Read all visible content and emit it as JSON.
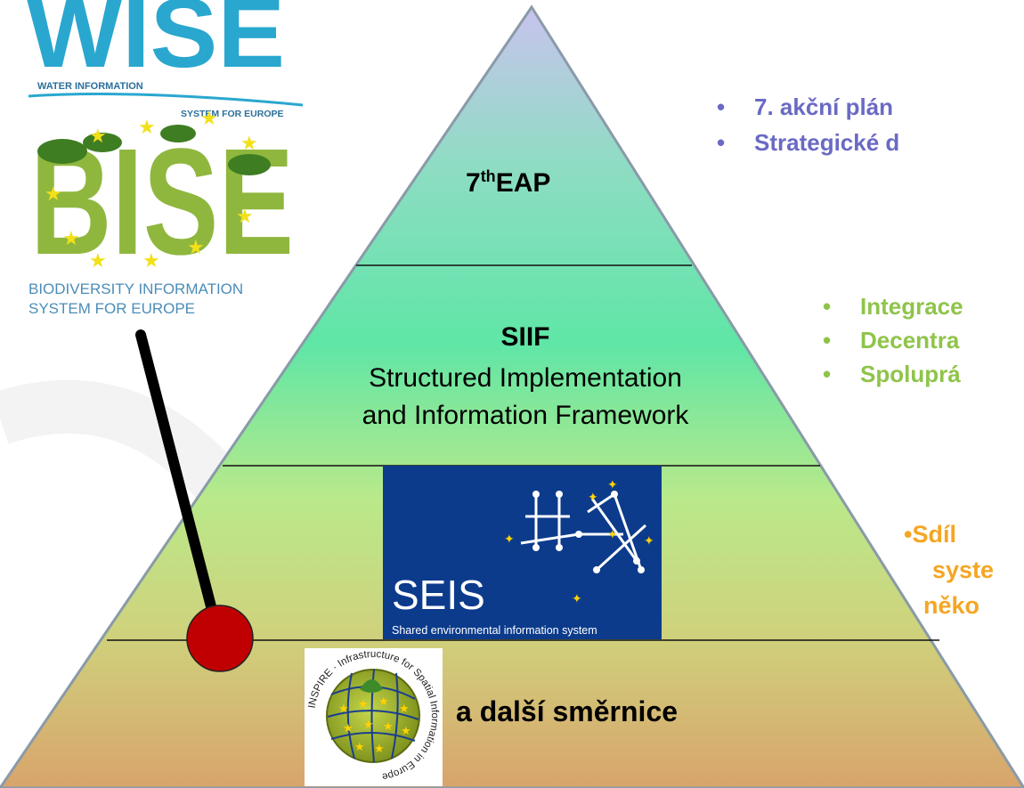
{
  "logos": {
    "wise": {
      "big": "WISE",
      "line1": "WATER INFORMATION",
      "line2": "SYSTEM FOR EUROPE"
    },
    "bise": {
      "big": "BISE",
      "caption1": "BIODIVERSITY INFORMATION",
      "caption2": "SYSTEM FOR EUROPE"
    },
    "seis": {
      "big": "SEIS",
      "caption": "Shared environmental information system"
    },
    "inspire": {
      "ring_text": "INSPIRE · Infrastructure for Spatial Information in Europe"
    }
  },
  "pyramid": {
    "tier1": {
      "title_main": "7",
      "title_sup": "th",
      "title_rest": "EAP"
    },
    "tier2": {
      "title": "SIIF",
      "line1": "Structured Implementation",
      "line2": "and Information Framework"
    },
    "tier4": {
      "label": "a další směrnice"
    }
  },
  "bullets_top": [
    "7. akční plán",
    "Strategické d"
  ],
  "bullets_mid": [
    "Integrace",
    "Decentra",
    "Spoluprá"
  ],
  "orange_text": {
    "line1": "•Sdíl",
    "line2": "syste",
    "line3": "něko"
  },
  "colors": {
    "apex": "#c7c3ec",
    "upper": "#7fdcc0",
    "mid": "#5fe3a8",
    "lower": "#c9ec86",
    "base": "#d7a36e",
    "bullet_blue": "#6a6ac4",
    "bullet_green": "#8fc44a",
    "orange": "#f5a623",
    "seis_bg": "#0c3b8c",
    "ball": "#c00000"
  }
}
